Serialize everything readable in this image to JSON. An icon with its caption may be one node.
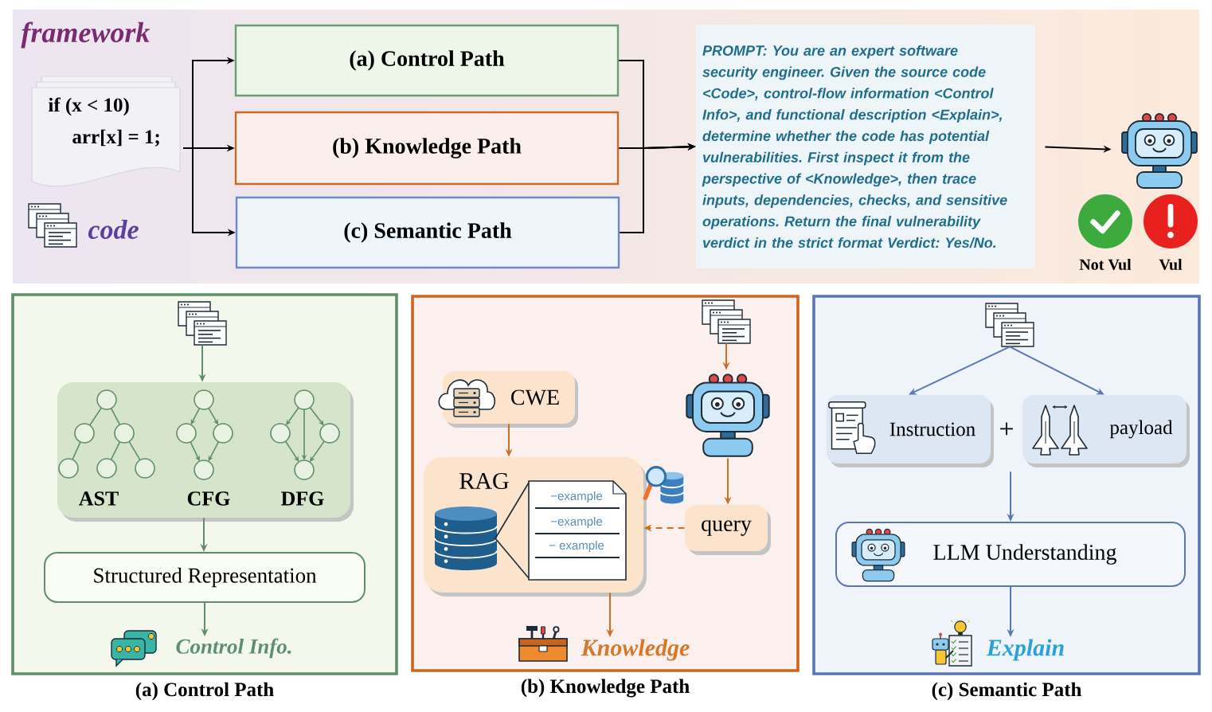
{
  "diagram": {
    "nodes": [
      {
        "text": [
          "framework"
        ]
      },
      {
        "text": [
          "if (x < 10)",
          "arr[x] = 1;"
        ],
        "beside": [
          "code"
        ],
        "in": 0
      },
      {
        "text": [
          "(a) Control Path"
        ],
        "in": 0
      },
      {
        "text": [
          "(b) Knowledge Path"
        ],
        "in": 0
      },
      {
        "text": [
          "(c) Semantic Path"
        ],
        "in": 0
      },
      {
        "text": [
          "PROMPT: You are an expert software security engineer. Given the source code <Code>, control-flow information <Control Info>, and functional description <Explain>, determine whether the code has potential vulnerabilities. First inspect it from the perspective of <Knowledge>, then trace inputs, dependencies, checks, and sensitive operations. Return the final vulnerability verdict in the strict format Verdict: Yes/No."
        ],
        "in": 0
      },
      {
        "text": [],
        "shape": "picture",
        "in": 0
      },
      {
        "text": [
          "(a) Control Path"
        ]
      },
      {
        "text": [],
        "shape": "picture",
        "in": 7
      },
      {
        "text": [
          "AST",
          "CFG",
          "DFG"
        ],
        "in": 7
      },
      {
        "text": [
          "Structured Representation"
        ],
        "in": 7
      },
      {
        "text": [
          "Control Info."
        ],
        "in": 7
      },
      {
        "text": [
          "(b) Knowledge Path"
        ]
      },
      {
        "text": [],
        "shape": "picture",
        "in": 12
      },
      {
        "text": [
          "CWE"
        ],
        "in": 12
      },
      {
        "text": [],
        "shape": "picture",
        "in": 12
      },
      {
        "text": [
          "RAG",
          "−example",
          "−example",
          "− example"
        ],
        "in": 12
      },
      {
        "text": [
          "query"
        ],
        "in": 12
      },
      {
        "text": [
          "Knowledge"
        ],
        "in": 12
      },
      {
        "text": [
          "(c) Semantic Path"
        ]
      },
      {
        "text": [],
        "shape": "picture",
        "in": 19
      },
      {
        "text": [
          "Instruction"
        ],
        "in": 19
      },
      {
        "text": [
          "payload"
        ],
        "in": 19
      },
      {
        "text": [
          "LLM Understanding"
        ],
        "in": 19
      },
      {
        "text": [
          "Explain"
        ],
        "in": 19
      }
    ],
    "edges": [
      {
        "from": 1,
        "to": 2,
        "arrow": "to"
      },
      {
        "from": 1,
        "to": 3,
        "arrow": "to"
      },
      {
        "from": 1,
        "to": 4,
        "arrow": "to"
      },
      {
        "from": 2,
        "to": 5,
        "arrow": "to"
      },
      {
        "from": 3,
        "to": 5,
        "arrow": "to"
      },
      {
        "from": 4,
        "to": 5,
        "arrow": "to"
      },
      {
        "from": 5,
        "to": 6,
        "arrow": "to"
      },
      {
        "from": 8,
        "to": 9,
        "arrow": "to",
        "color": "#5e8f6a"
      },
      {
        "from": 9,
        "to": 10,
        "arrow": "to",
        "color": "#5e8f6a"
      },
      {
        "from": 10,
        "to": 11,
        "arrow": "to",
        "color": "#5e8f6a"
      },
      {
        "from": 13,
        "to": 15,
        "arrow": "to",
        "color": "#cf6f26"
      },
      {
        "from": 15,
        "to": 17,
        "arrow": "to",
        "color": "#cf6f26"
      },
      {
        "from": 17,
        "to": 16,
        "arrow": "to",
        "style": "dashed",
        "color": "#cf6f26"
      },
      {
        "from": 14,
        "to": 16,
        "arrow": "to",
        "color": "#cf6f26"
      },
      {
        "from": 16,
        "to": 18,
        "arrow": "to",
        "color": "#cf6f26"
      },
      {
        "from": 20,
        "to": 21,
        "arrow": "to",
        "color": "#5a76b6"
      },
      {
        "from": 20,
        "to": 22,
        "arrow": "to",
        "color": "#5a76b6"
      },
      {
        "from": 21,
        "to": 23,
        "arrow": "to",
        "color": "#5a76b6"
      },
      {
        "from": 22,
        "to": 23,
        "arrow": "to",
        "color": "#5a76b6"
      },
      {
        "from": 23,
        "to": 24,
        "arrow": "to",
        "color": "#5a76b6"
      }
    ],
    "labels": [
      "Not Vul",
      "Vul",
      "+"
    ]
  }
}
